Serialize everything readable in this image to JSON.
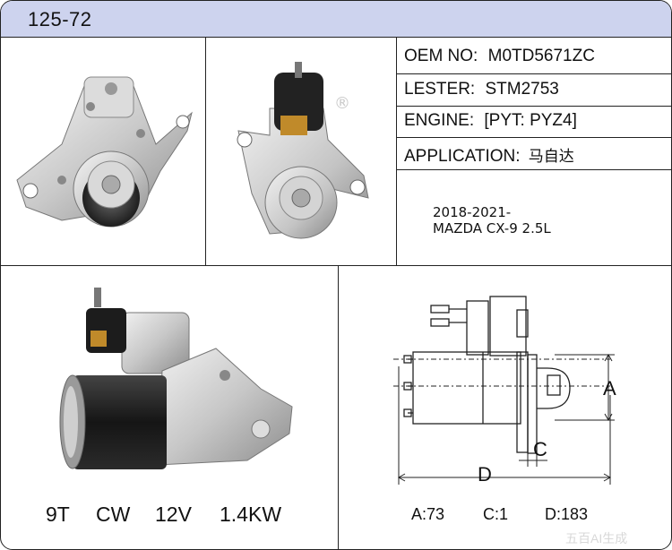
{
  "header": {
    "title": "125-72"
  },
  "specs": [
    {
      "label": "OEM NO:",
      "value": "M0TD5671ZC"
    },
    {
      "label": "LESTER:",
      "value": "STM2753"
    },
    {
      "label": "ENGINE:",
      "value": "[PYT: PYZ4]"
    },
    {
      "label": "APPLICATION:",
      "value": "马自达"
    }
  ],
  "application_details": [
    "2018-2021-",
    "MAZDA CX-9 2.5L"
  ],
  "specs_bottom": [
    "9T",
    "CW",
    "12V",
    "1.4KW"
  ],
  "diagram": {
    "labels": {
      "a": "A",
      "c": "C",
      "d": "D"
    },
    "values": [
      "A:73",
      "C:1",
      "D:183"
    ]
  },
  "registered_mark": "®",
  "watermark": "五百AI生成",
  "colors": {
    "header_bg": "#cdd3ee",
    "border": "#222222"
  }
}
